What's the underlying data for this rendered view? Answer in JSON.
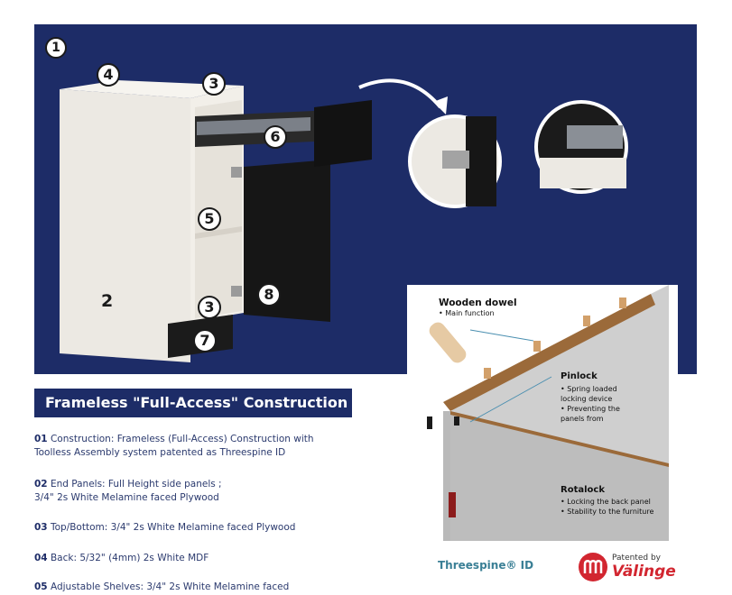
{
  "hero": {
    "badges": [
      "1",
      "2",
      "3",
      "4",
      "5",
      "6",
      "7",
      "8"
    ]
  },
  "banner": {
    "title": "Frameless \"Full-Access\" Construction"
  },
  "specs": [
    {
      "num": "01",
      "text": "Construction: Frameless (Full-Access) Construction with",
      "text2": "Toolless Assembly system patented as Threespine ID"
    },
    {
      "num": "02",
      "text": "End Panels:  Full Height side panels ;",
      "text2": "3/4\" 2s White Melamine faced Plywood"
    },
    {
      "num": "03",
      "text": "Top/Bottom: 3/4\" 2s White Melamine faced Plywood",
      "text2": ""
    },
    {
      "num": "04",
      "text": "Back:  5/32\" (4mm) 2s White MDF",
      "text2": ""
    },
    {
      "num": "05",
      "text": "Adjustable Shelves: 3/4\" 2s White Melamine faced",
      "text2": ""
    }
  ],
  "diagram": {
    "dowel_title": "Wooden dowel",
    "dowel_items": [
      "Main function"
    ],
    "pinlock_title": "Pinlock",
    "pinlock_items": [
      "Spring loaded locking device",
      "Preventing the panels from"
    ],
    "rotalock_title": "Rotalock",
    "rotalock_items": [
      "Locking the back panel",
      "Stability to the furniture"
    ]
  },
  "logos": {
    "threespine": "Threespine® ID",
    "valinge_pre": "Patented by",
    "valinge_name": "Välinge"
  },
  "colors": {
    "navy": "#1d2c67",
    "valinge_red": "#d22630",
    "threespine_teal": "#3a7f95"
  }
}
